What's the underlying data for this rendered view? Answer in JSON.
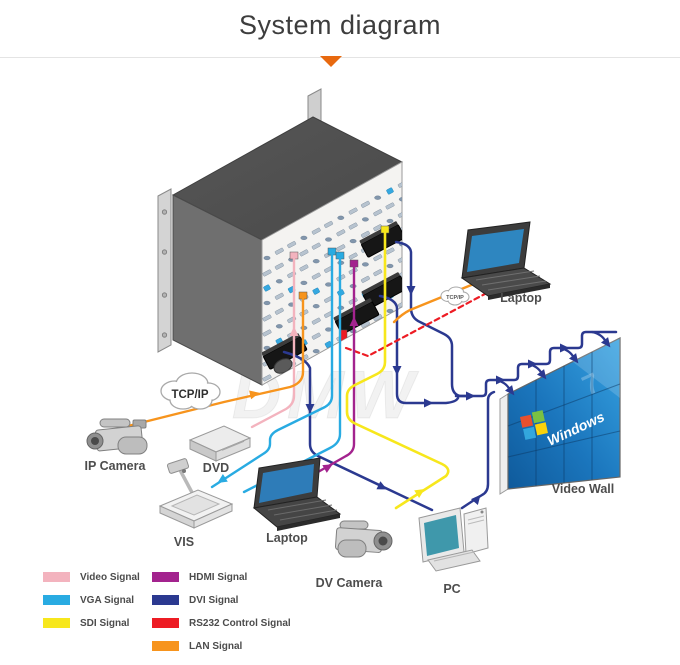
{
  "header": {
    "title": "System diagram"
  },
  "diagram": {
    "watermark": "DMW",
    "clouds": {
      "main": "TCP/IP",
      "small": "TCP/IP"
    },
    "devices": {
      "ip_camera": "IP Camera",
      "dvd": "DVD",
      "vis": "VIS",
      "laptop_bottom": "Laptop",
      "dv_camera": "DV Camera",
      "pc": "PC",
      "laptop_top": "Laptop",
      "video_wall": "Video Wall"
    },
    "video_wall": {
      "brand": "Windows",
      "seven": "7"
    }
  },
  "legend": {
    "items": [
      {
        "label": "Video Signal",
        "color": "#f3b3be"
      },
      {
        "label": "VGA Signal",
        "color": "#29abe2"
      },
      {
        "label": "SDI Signal",
        "color": "#f7e71c"
      },
      {
        "label": "HDMI Signal",
        "color": "#a3238e"
      },
      {
        "label": "DVI Signal",
        "color": "#2b3990"
      },
      {
        "label": "RS232 Control Signal",
        "color": "#ed1c24"
      },
      {
        "label": "LAN Signal",
        "color": "#f7941d"
      }
    ]
  },
  "colors": {
    "accent": "#e8690f",
    "video": "#f3b3be",
    "vga": "#29abe2",
    "sdi": "#f7e71c",
    "hdmi": "#a3238e",
    "dvi": "#2b3990",
    "rs232": "#ed1c24",
    "lan": "#f7941d"
  }
}
